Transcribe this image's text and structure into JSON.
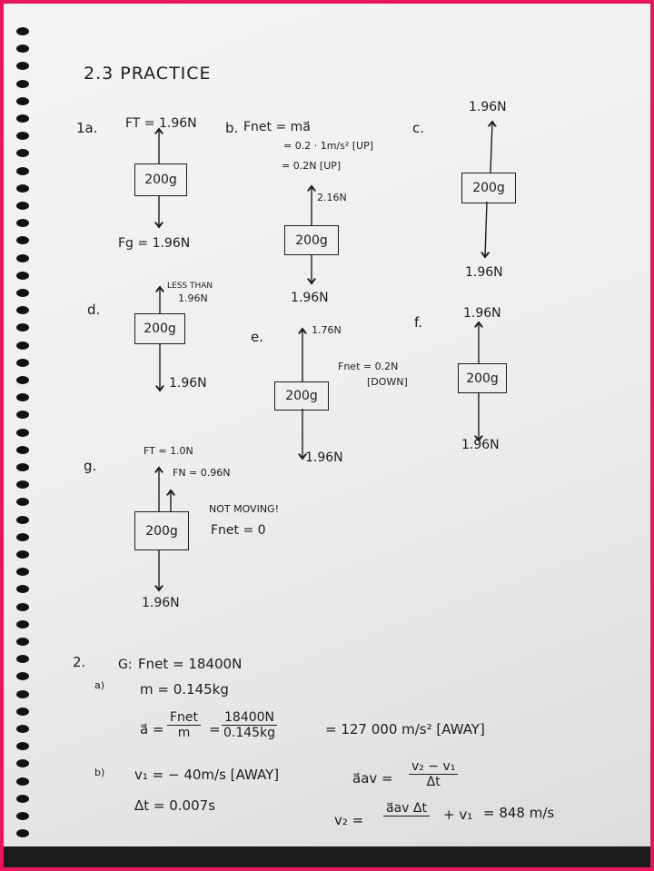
{
  "title": "2.3 PRACTICE",
  "q1": {
    "a": {
      "label": "1a.",
      "top": "FT = 1.96N",
      "mass": "200g",
      "bottom": "Fg = 1.96N"
    },
    "b": {
      "label": "b.",
      "eq1": "Fnet = ma⃗",
      "eq2": "= 0.2 · 1m/s² [UP]",
      "eq3": "= 0.2N [UP]",
      "top": "2.16N",
      "mass": "200g",
      "bottom": "1.96N"
    },
    "c": {
      "label": "c.",
      "top": "1.96N",
      "mass": "200g",
      "bottom": "1.96N"
    },
    "d": {
      "label": "d.",
      "top_line1": "LESS THAN",
      "top_line2": "1.96N",
      "mass": "200g",
      "bottom": "1.96N"
    },
    "e": {
      "label": "e.",
      "top": "1.76N",
      "mass": "200g",
      "bottom": "1.96N",
      "net_line1": "Fnet = 0.2N",
      "net_line2": "[DOWN]"
    },
    "f": {
      "label": "f.",
      "top": "1.96N",
      "mass": "200g",
      "bottom": "1.96N"
    },
    "g": {
      "label": "g.",
      "tension": "FT = 1.0N",
      "normal": "FN = 0.96N",
      "mass": "200g",
      "bottom": "1.96N",
      "note1": "NOT MOVING!",
      "note2": "Fnet = 0"
    }
  },
  "q2": {
    "label": "2.",
    "given": "G:",
    "part_a": "a)",
    "fnet": "Fnet = 18400N",
    "mass": "m = 0.145kg",
    "a_lhs": "a⃗ =",
    "a_num": "Fnet",
    "a_den": "m",
    "a_eq": "=",
    "a_num2": "18400N",
    "a_den2": "0.145kg",
    "a_result": "= 127 000 m/s² [AWAY]",
    "part_b": "b)",
    "v1": "v₁ = − 40m/s [AWAY]",
    "dt": "Δt = 0.007s",
    "aav_lhs": "a⃗av =",
    "aav_num": "v₂ − v₁",
    "aav_den": "Δt",
    "v2_lhs": "v₂ =",
    "v2_num": "a⃗av Δt",
    "v2_den": "",
    "v2_plus": "+ v₁",
    "v2_result": "= 848 m/s"
  }
}
